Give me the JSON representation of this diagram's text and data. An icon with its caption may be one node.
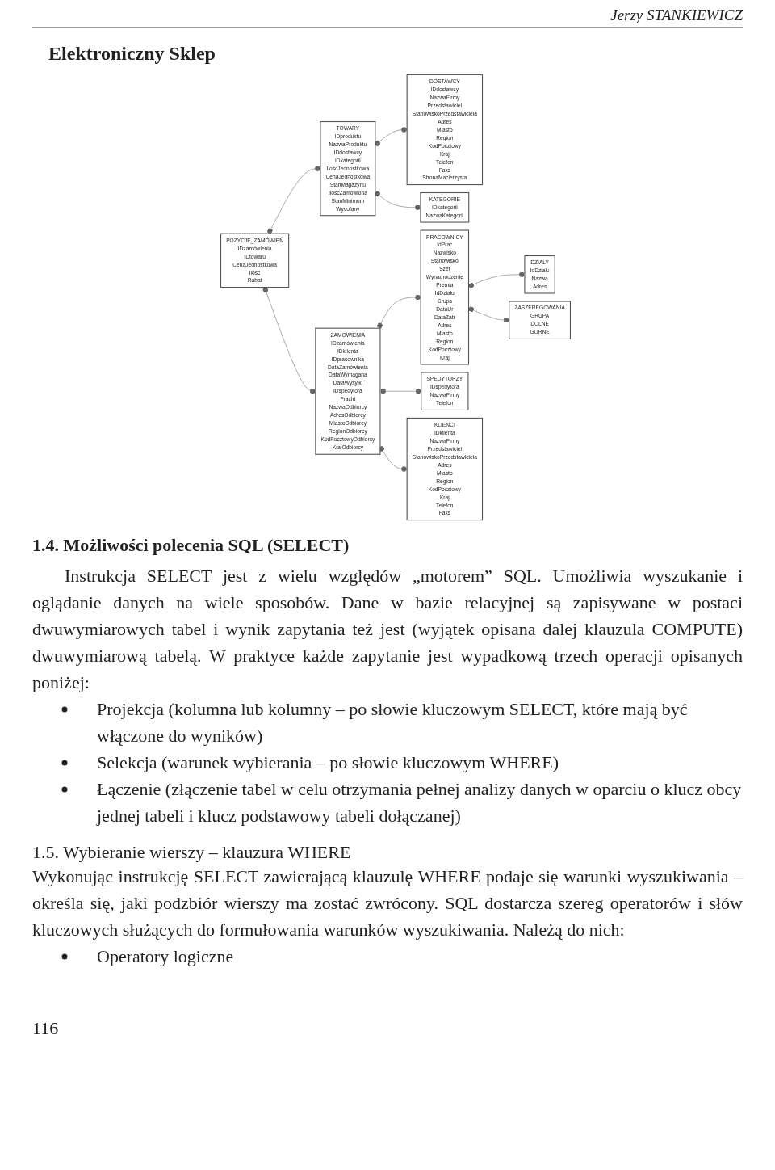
{
  "diagram": {
    "title": "Elektroniczny Sklep",
    "nodes": [
      {
        "text": [
          "TOWARY",
          "IDproduktu",
          "NazwaProduktu",
          "IDdostawcy",
          "IDkategorii",
          "IlośćJednostkowa",
          "CenaJednostkowa",
          "StanMagazynu",
          "IlośćZamówiona",
          "StanMinimum",
          "Wycofany"
        ]
      },
      {
        "text": [
          "POZYCJE_ZAMÓWIEŃ",
          "IDzamówienia",
          "IDtowaru",
          "CenaJednostkowa",
          "Ilość",
          "Rabat"
        ]
      },
      {
        "text": [
          "DOSTAWCY",
          "IDdostawcy",
          "NazwaFirmy",
          "Przedstawiciel",
          "StanowiskoPrzedstawiciela",
          "Adres",
          "Miasto",
          "Region",
          "KodPocztowy",
          "Kraj",
          "Telefon",
          "Faks",
          "StronaMacierzysta"
        ]
      },
      {
        "text": [
          "KATEGORIE",
          "IDkategorii",
          "NazwaKategorii"
        ]
      },
      {
        "text": [
          "ZAMOWIENIA",
          "IDzamówienia",
          "IDklienta",
          "IDpracownika",
          "DataZamówienia",
          "DataWymagana",
          "DataWysyłki",
          "IDspedytora",
          "Fracht",
          "NazwaOdbiorcy",
          "AdresOdbiorcy",
          "MiastoOdbiorcy",
          "RegionOdbiorcy",
          "KodPocztowyOdbiorcy",
          "KrajOdbiorcy"
        ]
      },
      {
        "text": [
          "PRACOWNICY",
          "IdPrac",
          "Nazwisko",
          "Stanowisko",
          "Szef",
          "Wynagrodzenie",
          "Premia",
          "IdDziału",
          "Grupa",
          "DataUr",
          "DataZatr",
          "Adres",
          "Miasto",
          "Region",
          "KodPocztowy",
          "Kraj"
        ]
      },
      {
        "text": [
          "SPEDYTORZY",
          "IDspedytora",
          "NazwaFirmy",
          "Telefon"
        ]
      },
      {
        "text": [
          "KLIENCI",
          "IDklienta",
          "NazwaFirmy",
          "Przedstawiciel",
          "StanowiskoPrzedstawiciela",
          "Adres",
          "Miasto",
          "Region",
          "KodPocztowy",
          "Kraj",
          "Telefon",
          "Faks"
        ]
      },
      {
        "text": [
          "DZIALY",
          "IdDziału",
          "Nazwa",
          "Adres"
        ]
      },
      {
        "text": [
          "ZASZEREGOWANIA",
          "GRUPA",
          "DOLNE",
          "GORNE"
        ]
      }
    ],
    "edges": [
      {
        "from": 1,
        "to": 0,
        "arrow": "other"
      },
      {
        "from": 1,
        "to": 4,
        "arrow": "other"
      },
      {
        "from": 0,
        "to": 2,
        "arrow": "other"
      },
      {
        "from": 0,
        "to": 3,
        "arrow": "other"
      },
      {
        "from": 4,
        "to": 7,
        "arrow": "other"
      },
      {
        "from": 4,
        "to": 5,
        "arrow": "other"
      },
      {
        "from": 4,
        "to": 6,
        "arrow": "other"
      },
      {
        "from": 5,
        "to": 8,
        "arrow": "other"
      },
      {
        "from": 5,
        "to": 9,
        "arrow": "other"
      }
    ],
    "labels": [
      "Jerzy STANKIEWICZ",
      "1.4. Możliwości polecenia SQL (SELECT)",
      "Instrukcja SELECT jest z wielu względów „motorem” SQL. Umożliwia wyszukanie i oglądanie danych na wiele sposobów. Dane w bazie relacyjnej są zapisywane w postaci dwuwymiarowych tabel i wynik zapytania też jest (wyjątek opisana dalej klauzula COMPUTE) dwuwymiarową tabelą. W praktyce każde zapytanie jest wypadkową trzech operacji opisanych poniżej:",
      "Projekcja (kolumna lub kolumny – po słowie kluczowym SELECT, które mają być włączone do wyników)",
      "Selekcja (warunek wybierania – po słowie kluczowym WHERE)",
      "Łączenie (złączenie tabel w celu otrzymania pełnej analizy danych w oparciu o klucz obcy jednej tabeli i klucz podstawowy tabeli dołączanej)",
      "1.5. Wybieranie wierszy – klauzura WHERE",
      "Wykonując instrukcję SELECT zawierającą klauzulę WHERE podaje się warunki wyszukiwania – określa się, jaki podzbiór wierszy ma zostać zwrócony. SQL dostarcza szereg operatorów i słów kluczowych służących do formułowania warunków wyszukiwania. Należą do nich:",
      "Operatory logiczne",
      "116"
    ]
  }
}
